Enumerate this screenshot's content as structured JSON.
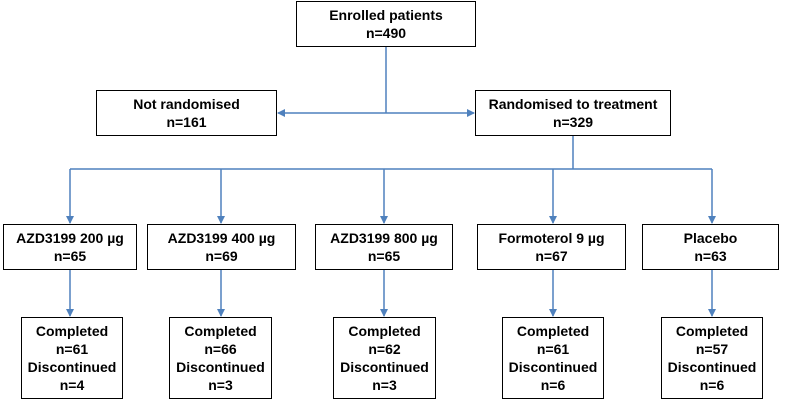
{
  "colors": {
    "arrow": "#4f81bd",
    "box_border": "#000000",
    "text": "#000000",
    "background": "#ffffff"
  },
  "enrolled": {
    "label": "Enrolled patients",
    "count": "n=490"
  },
  "not_randomised": {
    "label": "Not randomised",
    "count": "n=161"
  },
  "randomised": {
    "label": "Randomised to treatment",
    "count": "n=329"
  },
  "arms": [
    {
      "label": "AZD3199 200 µg",
      "count": "n=65",
      "completed": "n=61",
      "discontinued": "n=4"
    },
    {
      "label": "AZD3199 400 µg",
      "count": "n=69",
      "completed": "n=66",
      "discontinued": "n=3"
    },
    {
      "label": "AZD3199 800 µg",
      "count": "n=65",
      "completed": "n=62",
      "discontinued": "n=3"
    },
    {
      "label": "Formoterol 9 µg",
      "count": "n=67",
      "completed": "n=61",
      "discontinued": "n=6"
    },
    {
      "label": "Placebo",
      "count": "n=63",
      "completed": "n=57",
      "discontinued": "n=6"
    }
  ],
  "outcome_labels": {
    "completed": "Completed",
    "discontinued": "Discontinued"
  }
}
